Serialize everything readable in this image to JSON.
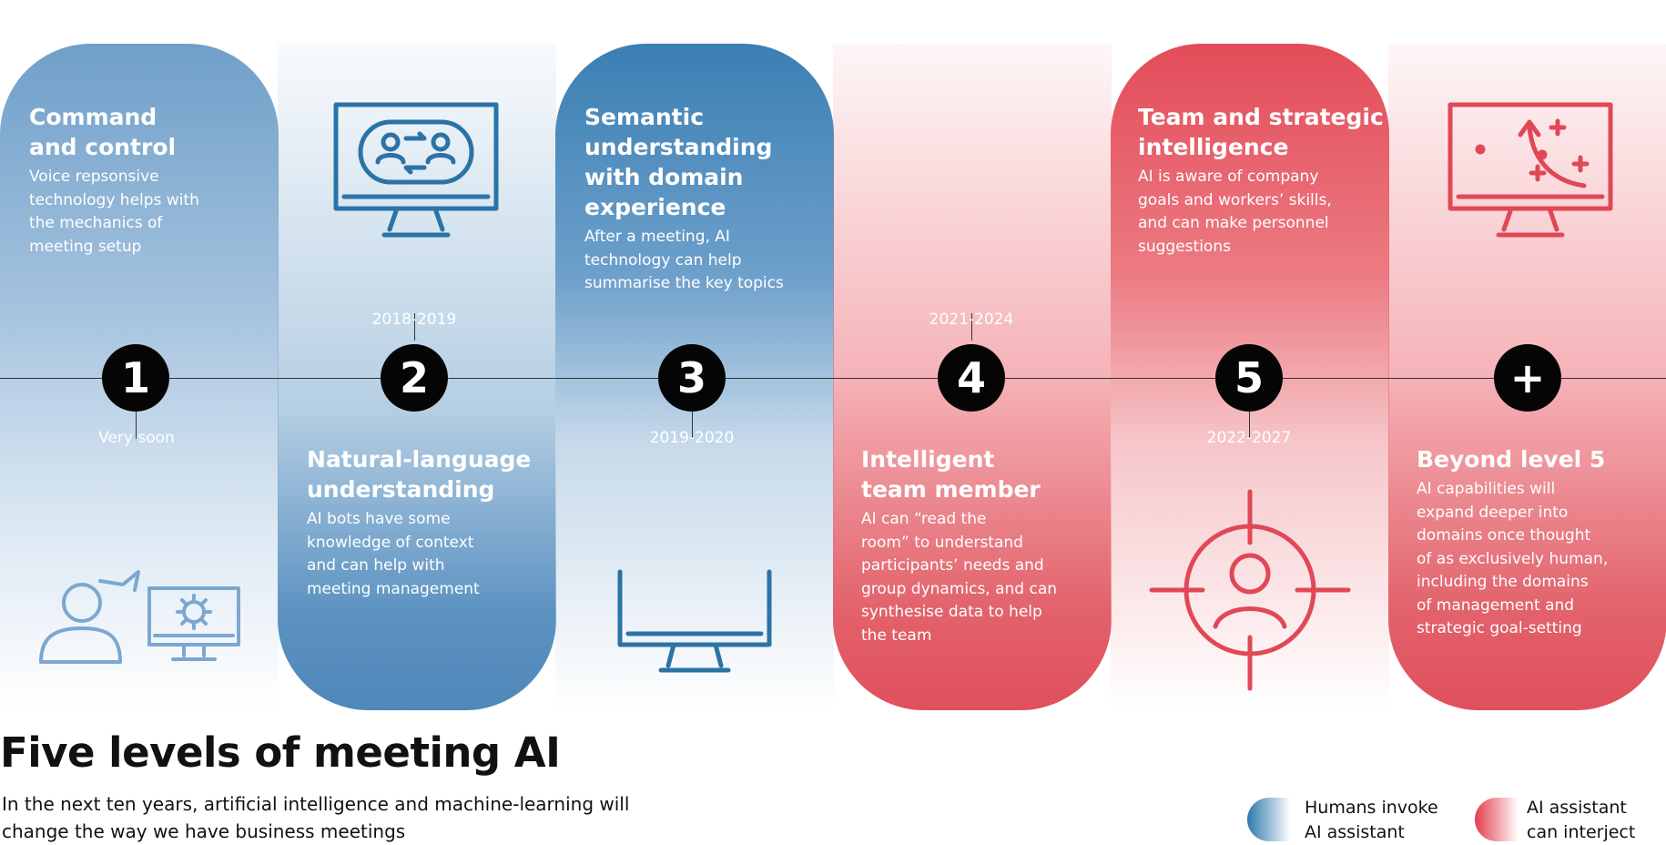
{
  "title": "Five levels of meeting AI",
  "subtitle": "In the next ten years, artificial intelligence and machine-learning will\nchange the way we have business meetings",
  "colors": {
    "blue": "#2f79ad",
    "red": "#e23e4c",
    "text": "#111111"
  },
  "levels": [
    {
      "number": "1",
      "date": "Very soon",
      "heading": "Command\nand control",
      "text": "Voice repsonsive\ntechnology helps with\nthe mechanics of\nmeeting setup",
      "icon": "person-speech-computer-gear-icon"
    },
    {
      "number": "2",
      "date": "2018-2019",
      "heading": "Natural-language\nunderstanding",
      "text": "AI bots have some\nknowledge of context\nand can help with\nmeeting management",
      "icon": "monitor-people-exchange-icon"
    },
    {
      "number": "3",
      "date": "2019-2020",
      "heading": "Semantic\nunderstanding\nwith domain\nexperience",
      "text": "After a meeting, AI\ntechnology can help\nsummarise the key topics",
      "icon": "monitor-icon"
    },
    {
      "number": "4",
      "date": "2021-2024",
      "heading": "Intelligent\nteam member",
      "text": "AI can “read the\nroom” to understand\nparticipants’ needs and\ngroup dynamics, and can\nsynthesise data to help\nthe team",
      "icon": "monitor-icon"
    },
    {
      "number": "5",
      "date": "2022-2027",
      "heading": "Team and strategic\nintelligence",
      "text": "AI is aware of company\ngoals and workers’ skills,\nand can make personnel\nsuggestions",
      "icon": "person-target-icon"
    },
    {
      "number": "+",
      "date": "",
      "heading": "Beyond level 5",
      "text": "AI capabilities will\nexpand deeper into\ndomains once thought\nof as exclusively human,\nincluding the domains\nof management and\nstrategic goal-setting",
      "icon": "monitor-strategy-chart-icon"
    }
  ],
  "legend": [
    {
      "label": "Humans invoke\nAI assistant",
      "color": "blue"
    },
    {
      "label": "AI assistant\ncan interject",
      "color": "red"
    }
  ]
}
